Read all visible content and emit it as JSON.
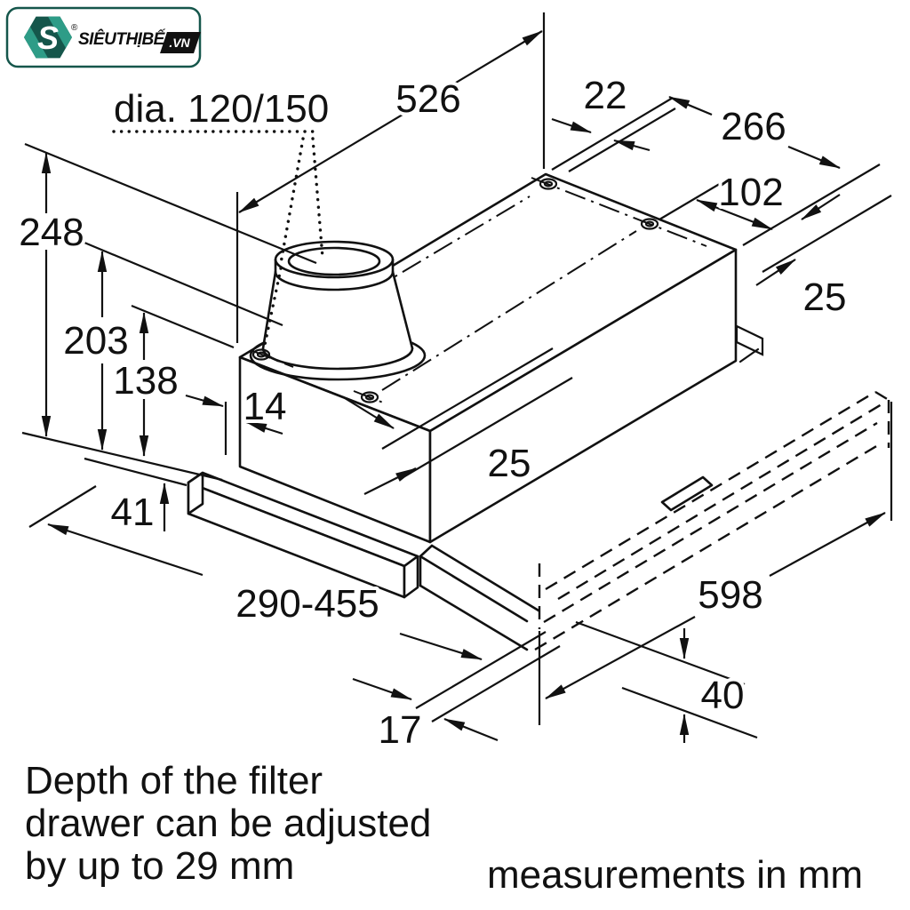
{
  "logo": {
    "brand": "SIÊUTHỊBẾP",
    "tld": ".VN",
    "registered": "®",
    "icon_letter": "S",
    "accent_color": "#15564b"
  },
  "labels": {
    "dia": "dia. 120/150",
    "d526": "526",
    "d22": "22",
    "d266": "266",
    "d102": "102",
    "d25_right": "25",
    "d248": "248",
    "d203": "203",
    "d138": "138",
    "d14": "14",
    "d25_mid": "25",
    "d41": "41",
    "d290_455": "290-455",
    "d598": "598",
    "d40": "40",
    "d17": "17"
  },
  "notes": {
    "line1": "Depth of the filter",
    "line2": "drawer can be adjusted",
    "line3": "by up to 29 mm",
    "units": "measurements in mm"
  }
}
